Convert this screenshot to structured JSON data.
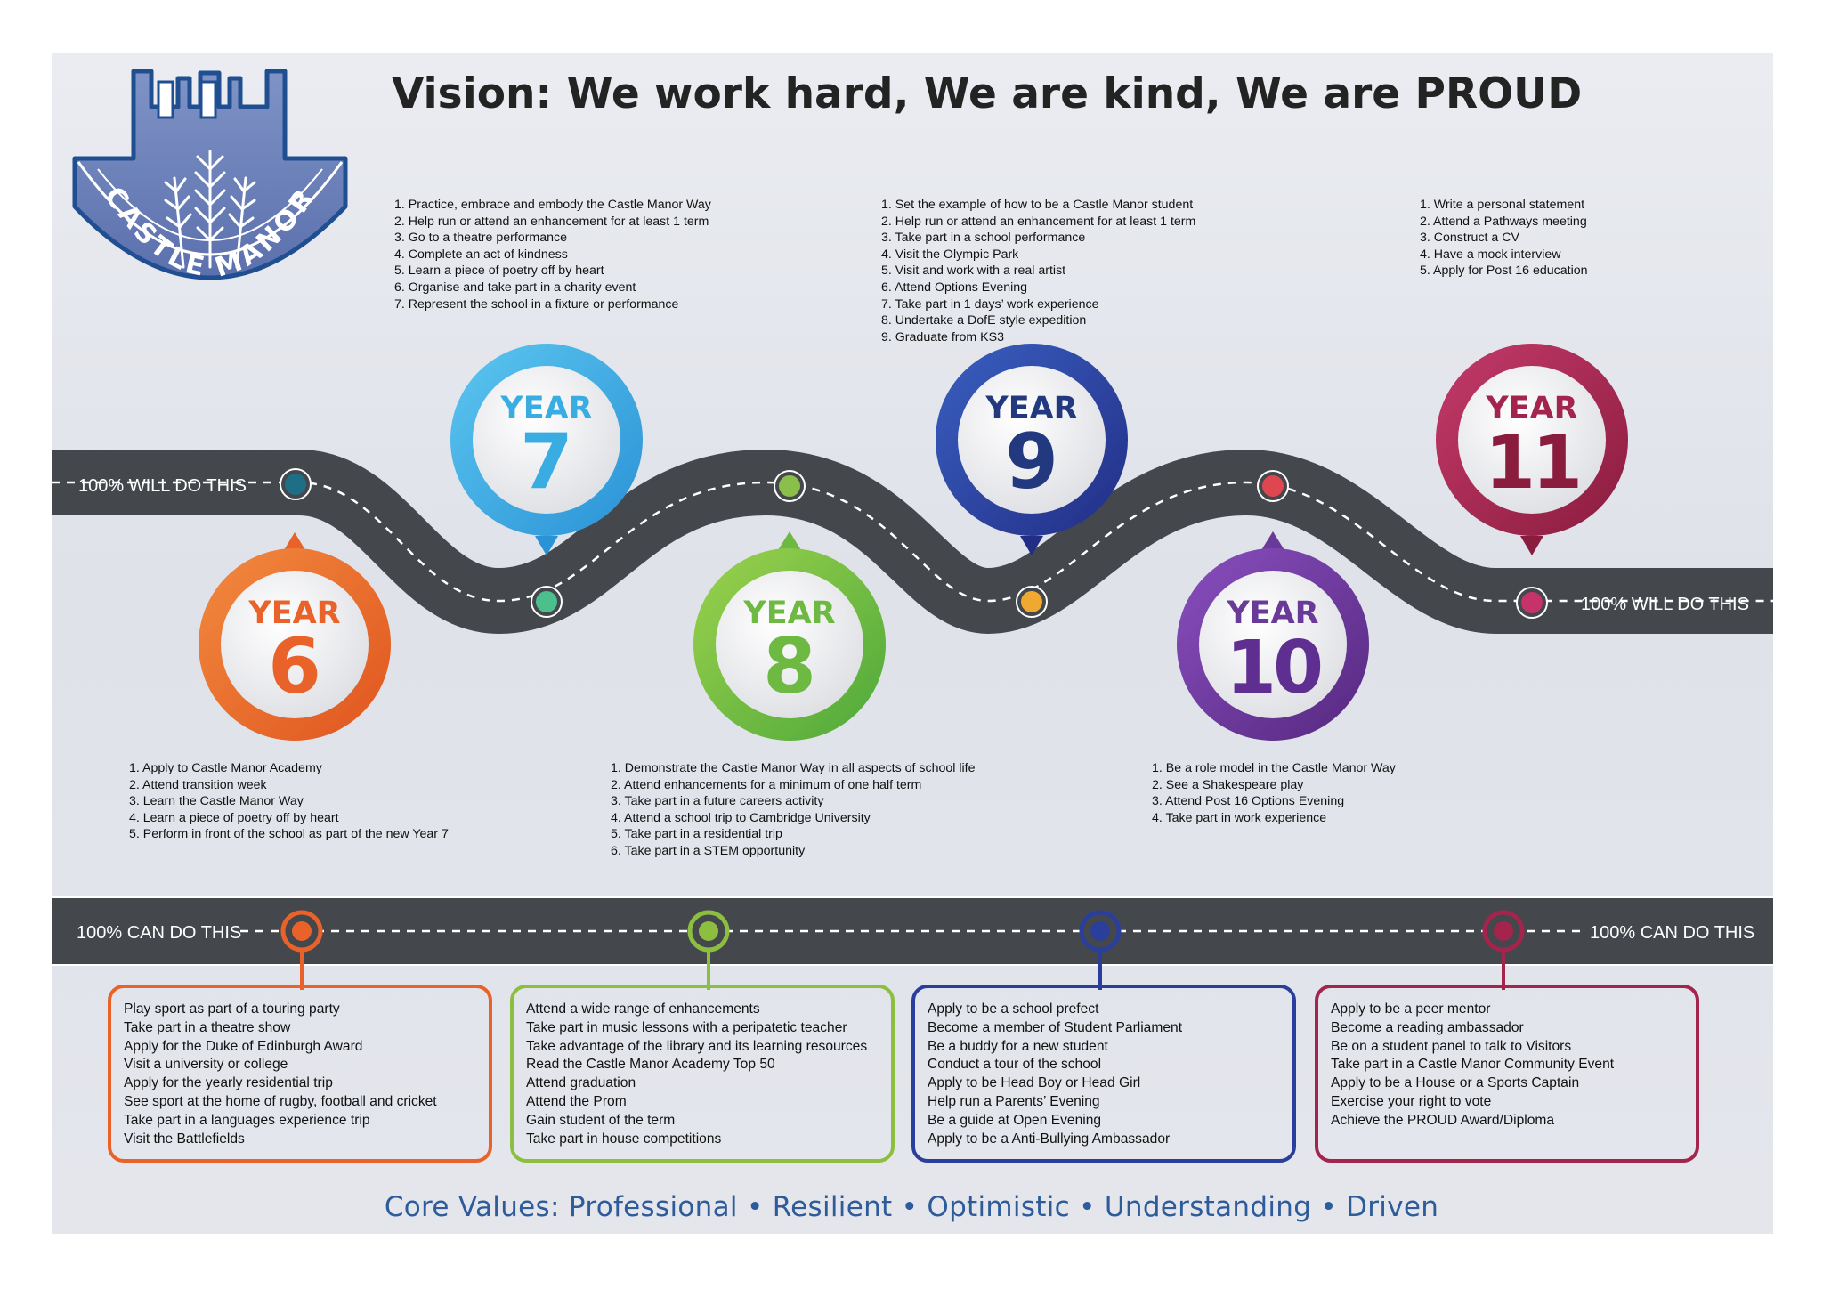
{
  "title": "Vision: We work hard, We are kind, We are PROUD",
  "logo": {
    "text": "CASTLE MANOR"
  },
  "road_labels": {
    "will_left": "100% WILL DO THIS",
    "will_right": "100% WILL DO THIS",
    "can_left": "100% CAN DO THIS",
    "can_right": "100% CAN DO THIS"
  },
  "years": [
    {
      "word": "YEAR",
      "num": "6",
      "color": "#e8622a"
    },
    {
      "word": "YEAR",
      "num": "7",
      "color": "#3aaee3"
    },
    {
      "word": "YEAR",
      "num": "8",
      "color": "#6db942"
    },
    {
      "word": "YEAR",
      "num": "9",
      "color": "#2a3f9b"
    },
    {
      "word": "YEAR",
      "num": "10",
      "color": "#6a3a99"
    },
    {
      "word": "YEAR",
      "num": "11",
      "color": "#a3244d"
    }
  ],
  "lists": {
    "y7": [
      "1. Practice, embrace and embody the Castle Manor Way",
      "2. Help run or attend an enhancement for at least 1 term",
      "3. Go to a theatre performance",
      "4. Complete an act of kindness",
      "5. Learn a piece of poetry off by heart",
      "6. Organise and take part in a charity  event",
      "7. Represent the school in a fixture or performance"
    ],
    "y9": [
      "1. Set the example of how to be a Castle Manor student",
      "2. Help run or attend an enhancement for at least 1 term",
      "3. Take part in a school performance",
      "4. Visit the Olympic Park",
      "5. Visit and work with a real artist",
      "6. Attend Options Evening",
      "7. Take part in 1 days’ work experience",
      "8. Undertake a DofE style expedition",
      "9. Graduate from KS3"
    ],
    "y11": [
      "1. Write a personal statement",
      "2. Attend a Pathways meeting",
      "3. Construct a CV",
      "4. Have a mock interview",
      "5. Apply for Post 16 education"
    ],
    "y6": [
      "1. Apply to Castle Manor Academy",
      "2. Attend transition week",
      "3. Learn the Castle Manor Way",
      "4. Learn a piece of poetry off by heart",
      "5. Perform in front of the school as part of the new Year 7"
    ],
    "y8": [
      "1. Demonstrate the Castle Manor Way in all aspects of school life",
      "2. Attend enhancements for a minimum  of one half term",
      "3. Take part in a future careers activity",
      "4. Attend a school trip to Cambridge University",
      "5. Take part in a residential trip",
      "6. Take part in a STEM opportunity"
    ],
    "y10": [
      "1. Be a role model in the Castle Manor Way",
      "2. See a Shakespeare play",
      "3. Attend Post 16 Options Evening",
      "4. Take part in work experience"
    ]
  },
  "can_boxes": [
    {
      "color": "#e8622a",
      "items": [
        "Play sport as part of a touring party",
        "Take part in a theatre show",
        "Apply for the Duke of Edinburgh  Award",
        "Visit a university or college",
        "Apply for the yearly residential trip",
        "See sport at the home of rugby, football and cricket",
        "Take part in a languages experience trip",
        "Visit the Battlefields"
      ]
    },
    {
      "color": "#8cbf3f",
      "items": [
        "Attend a wide range of enhancements",
        "Take part in music lessons with a peripatetic teacher",
        "Take advantage of the library and its learning resources",
        "Read the Castle Manor Academy Top 50",
        "Attend graduation",
        "Attend the Prom",
        "Gain student of the term",
        "Take part in house competitions"
      ]
    },
    {
      "color": "#2a3f9b",
      "items": [
        "Apply to be a school prefect",
        "Become a member of Student Parliament",
        "Be a buddy for a new student",
        "Conduct a tour of the school",
        "Apply to be Head Boy or Head Girl",
        "Help run a Parents’ Evening",
        "Be a guide at Open Evening",
        "Apply to be a Anti-Bullying Ambassador"
      ]
    },
    {
      "color": "#a3244d",
      "items": [
        "Apply to be a peer mentor",
        "Become a reading ambassador",
        "Be on a student panel to talk to Visitors",
        "Take part in a Castle Manor Community Event",
        "Apply to be a House or a Sports Captain",
        "Exercise your right to vote",
        "Achieve the PROUD Award/Diploma"
      ]
    }
  ],
  "footer": "Core Values: Professional • Resilient • Optimistic • Understanding • Driven"
}
